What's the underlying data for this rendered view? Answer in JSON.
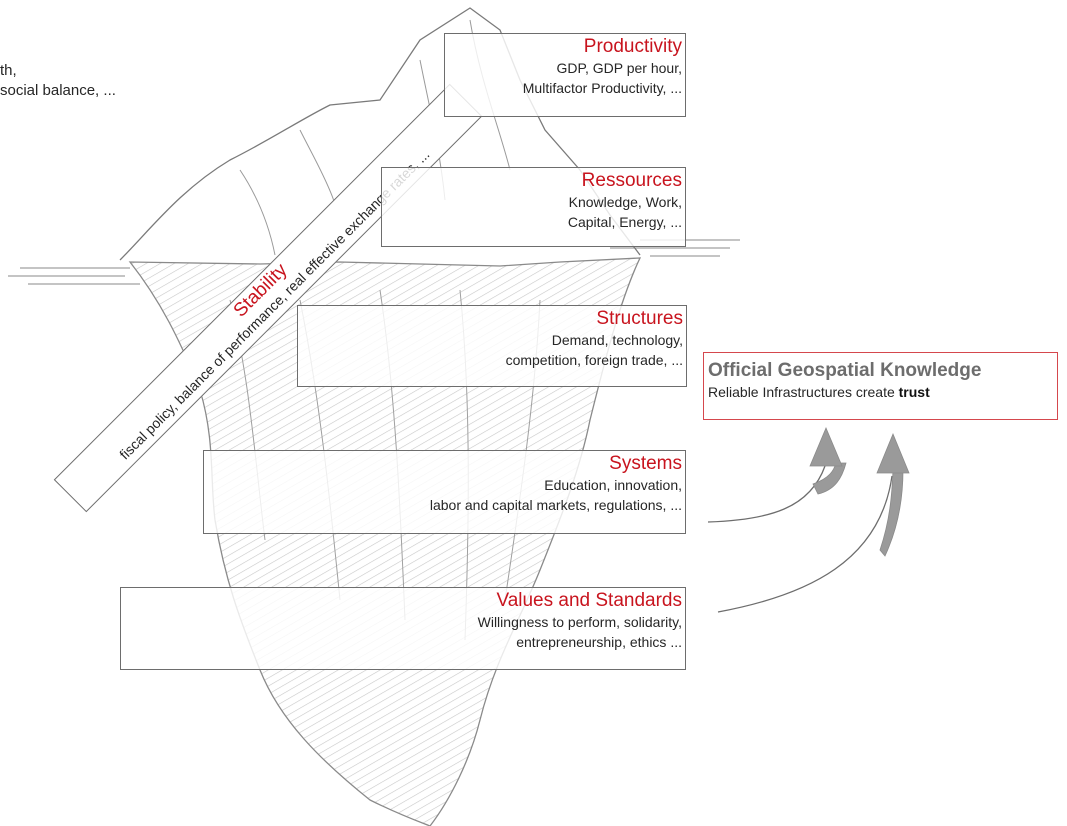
{
  "top_left": {
    "line1": "th,",
    "line2": "social balance, ..."
  },
  "stability": {
    "title": "Stability",
    "text": "fiscal policy, balance of performance, real effective exchange rates, ..."
  },
  "layers": [
    {
      "id": "productivity",
      "title": "Productivity",
      "lines": [
        "GDP, GDP per hour,",
        "Multifactor Productivity, ..."
      ]
    },
    {
      "id": "resources",
      "title": "Ressources",
      "lines": [
        "Knowledge, Work,",
        "Capital, Energy, ..."
      ]
    },
    {
      "id": "structures",
      "title": "Structures",
      "lines": [
        "Demand, technology,",
        "competition, foreign trade, ..."
      ]
    },
    {
      "id": "systems",
      "title": "Systems",
      "lines": [
        "Education, innovation,",
        "labor and capital markets, regulations, ..."
      ]
    },
    {
      "id": "values",
      "title": "Values and Standards",
      "lines": [
        "Willingness to perform, solidarity,",
        "entrepreneurship, ethics ..."
      ]
    }
  ],
  "official_knowledge": {
    "title": "Official Geospatial Knowledge",
    "subtitle_prefix": "Reliable Infrastructures create ",
    "subtitle_bold": "trust"
  },
  "colors": {
    "accent_red": "#c8141e",
    "box_border_red": "#d5474d",
    "line_gray": "#6d6d6d",
    "arrow_gray": "#9a9a9a",
    "text_dark": "#262626"
  }
}
